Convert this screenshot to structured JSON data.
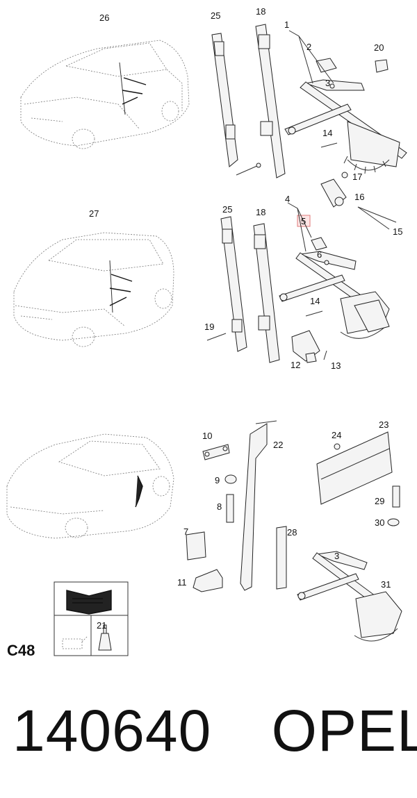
{
  "diagram": {
    "part_numbers": [
      "26",
      "25",
      "18",
      "1",
      "2",
      "20",
      "3",
      "14",
      "17",
      "16",
      "15",
      "27",
      "25",
      "18",
      "4",
      "5",
      "6",
      "14",
      "19",
      "12",
      "13",
      "10",
      "22",
      "24",
      "23",
      "9",
      "8",
      "29",
      "30",
      "7",
      "28",
      "3",
      "11",
      "31",
      "21"
    ],
    "highlighted_part": "5"
  },
  "footer": {
    "section_code": "C48",
    "catalog_number": "140640",
    "brand": "OPEL"
  }
}
